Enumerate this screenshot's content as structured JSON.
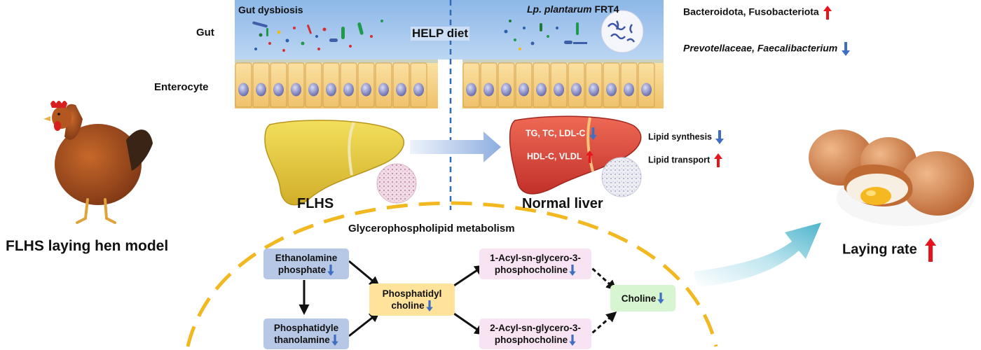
{
  "labels": {
    "gut": "Gut",
    "enterocyte": "Enterocyte",
    "gut_dysbiosis": "Gut dysbiosis",
    "help_diet": "HELP diet",
    "probiotic_italic": "Lp. plantarum",
    "probiotic_strain": "FRT4",
    "fl_hs": "FLHS",
    "normal_liver": "Normal liver",
    "model": "FLHS laying hen model",
    "metabolism": "Glycerophospholipid metabolism",
    "laying_rate": "Laying rate"
  },
  "microbiota": {
    "up": "Bacteroidota, Fusobacteriota",
    "down": "Prevotellaceae, Faecalibacterium"
  },
  "liver": {
    "markers_down": "TG, TC, LDL-C",
    "markers_up": "HDL-C, VLDL",
    "lipid_synthesis": "Lipid synthesis",
    "lipid_transport": "Lipid transport"
  },
  "pathway": {
    "etn_phosphate_1": "Ethanolamine",
    "etn_phosphate_2": "phosphate",
    "pe_1": "Phosphatidyle",
    "pe_2": "thanolamine",
    "pc_1": "Phosphatidyl",
    "pc_2": "choline",
    "lpc1_1": "1-Acyl-sn-glycero-3-",
    "lpc1_2": "phosphocholine",
    "lpc2_1": "2-Acyl-sn-glycero-3-",
    "lpc2_2": "phosphocholine",
    "choline": "Choline"
  },
  "colors": {
    "up_arrow": "#e8141b",
    "down_arrow": "#3f6fc4",
    "gut_lumen": "#a9c9ef",
    "enterocyte": "#f6d38f",
    "fatty_liver": "#e2c63c",
    "normal_liver": "#d9453a",
    "metabolism_arc": "#f2b820",
    "box_blue": "#b7c7e6",
    "box_yellow": "#ffe39a",
    "box_pink": "#f8e3f3",
    "box_green": "#d7f5d1"
  },
  "icons": [
    "chicken-icon",
    "eggs-icon",
    "fatty-liver-icon",
    "normal-liver-icon",
    "bacteria-icon",
    "microscope-section-icon",
    "transition-arrow-icon",
    "big-curved-arrow-icon"
  ]
}
